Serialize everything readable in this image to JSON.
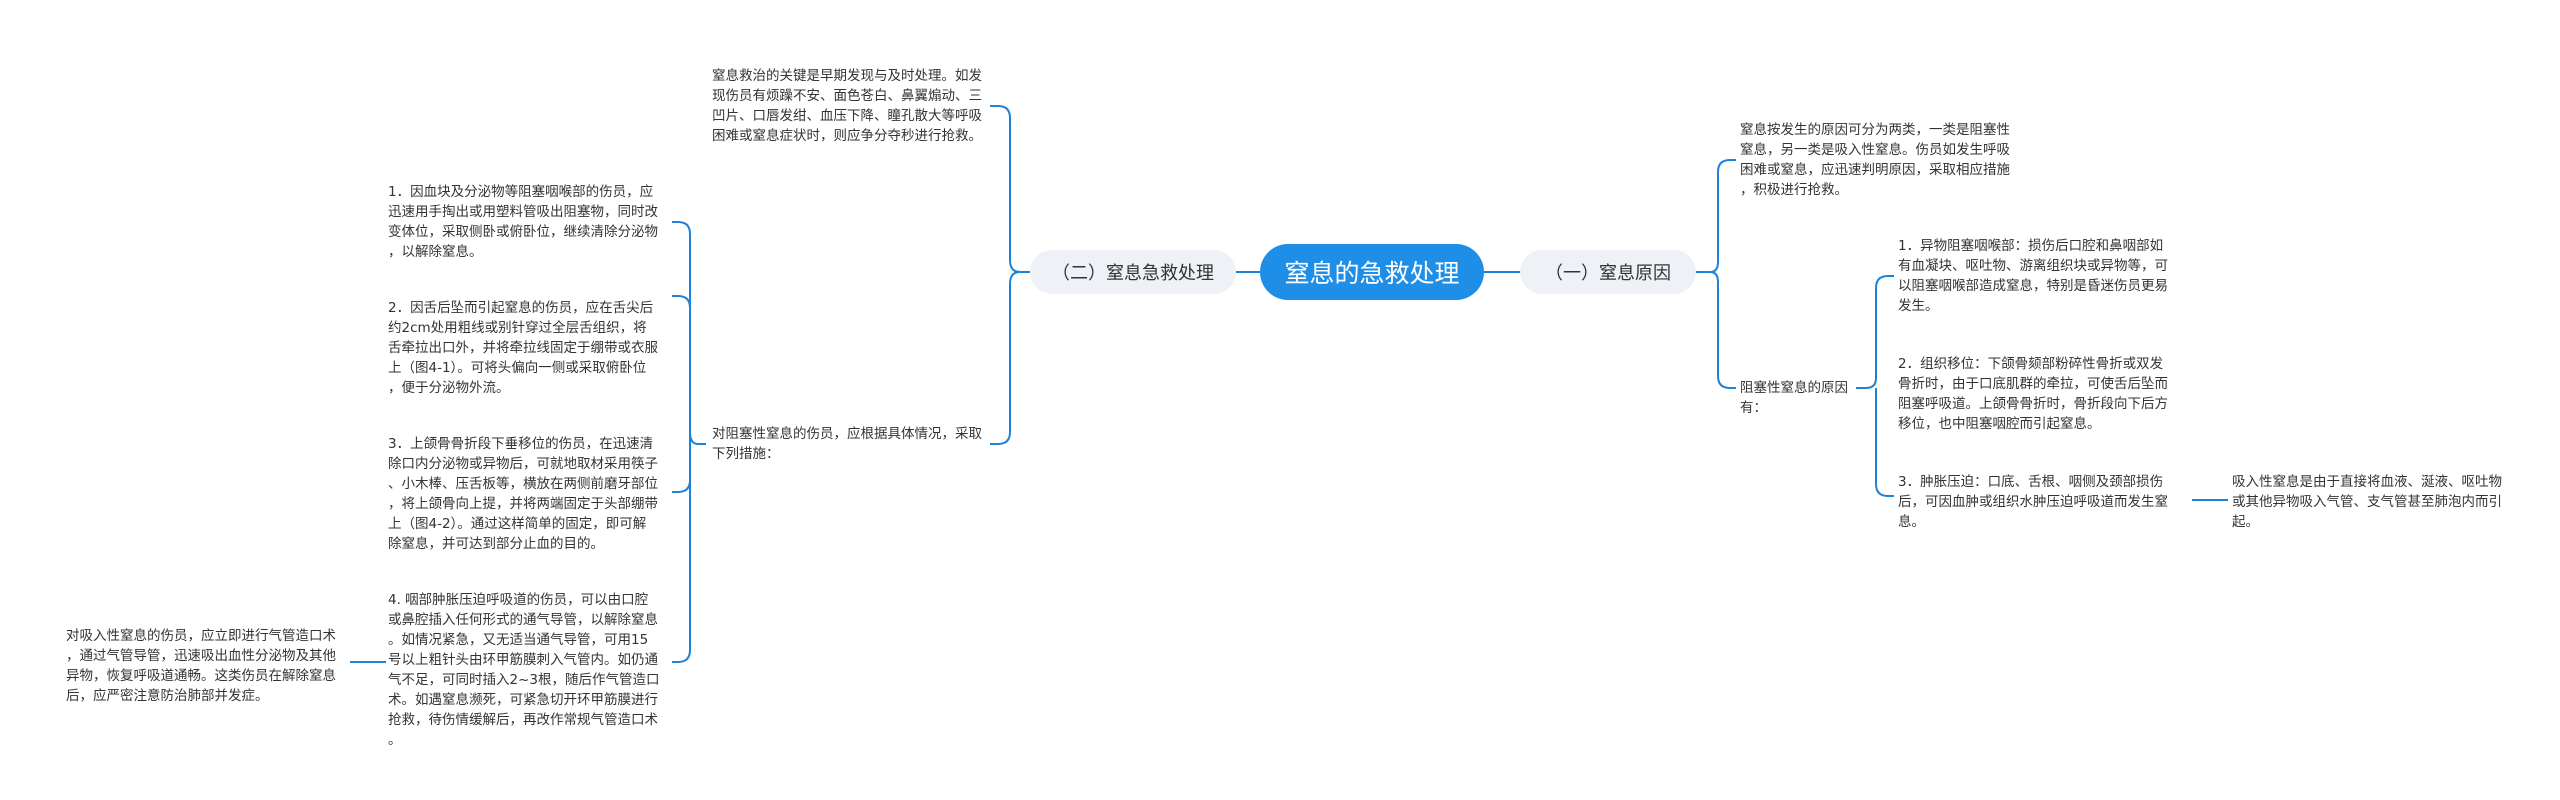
{
  "root": {
    "label": "窒息的急救处理"
  },
  "right": {
    "label": "（一）窒息原因",
    "intro": "窒息按发生的原因可分为两类，一类是阻塞性\n窒息，另一类是吸入性窒息。伤员如发生呼吸\n困难或窒息，应迅速判明原因，采取相应措施\n，积极进行抢救。",
    "obstructive": {
      "label": "阻塞性窒息的原因有：",
      "items": [
        "1．异物阻塞咽喉部：损伤后口腔和鼻咽部如\n有血凝块、呕吐物、游离组织块或异物等，可\n以阻塞咽喉部造成窒息，特别是昏迷伤员更易\n发生。",
        "2．组织移位：下颌骨颏部粉碎性骨折或双发\n骨折时，由于口底肌群的牵拉，可使舌后坠而\n阻塞呼吸道。上颌骨骨折时，骨折段向下后方\n移位，也中阻塞咽腔而引起窒息。",
        "3．肿胀压迫：口底、舌根、咽侧及颈部损伤\n后，可因血肿或组织水肿压迫呼吸道而发生窒\n息。"
      ]
    },
    "inhalation": "吸入性窒息是由于直接将血液、涎液、呕吐物\n或其他异物吸入气管、支气管甚至肺泡内而引\n起。"
  },
  "left": {
    "label": "（二）窒息急救处理",
    "key_point": "窒息救治的关键是早期发现与及时处理。如发\n现伤员有烦躁不安、面色苍白、鼻翼煽动、三\n凹片、口唇发绀、血压下降、瞳孔散大等呼吸\n困难或窒息症状时，则应争分夺秒进行抢救。",
    "obstructive": {
      "label": "对阻塞性窒息的伤员，应根据具体情况，采取\n下列措施：",
      "items": [
        "1．因血块及分泌物等阻塞咽喉部的伤员，应\n迅速用手掏出或用塑料管吸出阻塞物，同时改\n变体位，采取侧卧或俯卧位，继续清除分泌物\n，以解除窒息。",
        "2．因舌后坠而引起窒息的伤员，应在舌尖后\n约2cm处用粗线或别针穿过全层舌组织，将\n舌牵拉出口外，并将牵拉线固定于绷带或衣服\n上（图4-1）。可将头偏向一侧或采取俯卧位\n，便于分泌物外流。",
        "3．上颌骨骨折段下垂移位的伤员，在迅速清\n除口内分泌物或异物后，可就地取材采用筷子\n、小木棒、压舌板等，横放在两侧前磨牙部位\n，将上颌骨向上提，并将两端固定于头部绷带\n上（图4-2）。通过这样简单的固定，即可解\n除窒息，并可达到部分止血的目的。",
        "4. 咽部肿胀压迫呼吸道的伤员，可以由口腔\n或鼻腔插入任何形式的通气导管，以解除窒息\n。如情况紧急，又无适当通气导管，可用15\n号以上粗针头由环甲筋膜刺入气管内。如仍通\n气不足，可同时插入2~3根，随后作气管造口\n术。如遇窒息濒死，可紧急切开环甲筋膜进行\n抢救，待伤情缓解后，再改作常规气管造口术\n。"
      ]
    },
    "inhalation": "对吸入性窒息的伤员，应立即进行气管造口术\n，通过气管导管，迅速吸出血性分泌物及其他\n异物，恢复呼吸道通畅。这类伤员在解除窒息\n后，应严密注意防治肺部并发症。"
  },
  "colors": {
    "root_bg": "#1f8ee6",
    "branch_bg": "#eef1f5",
    "connector": "#1e82d8"
  }
}
